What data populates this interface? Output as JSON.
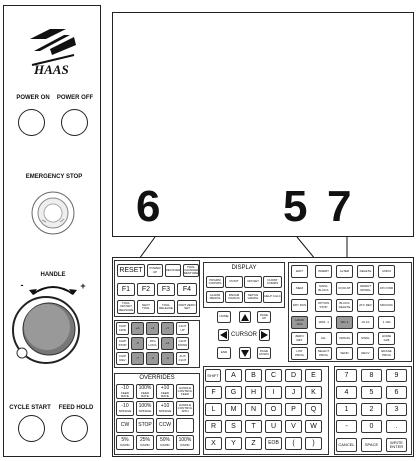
{
  "left_panel": {
    "power_on": "POWER ON",
    "power_off": "POWER OFF",
    "emergency_stop": "EMERGENCY STOP",
    "handle": "HANDLE",
    "handle_minus": "-",
    "handle_plus": "+",
    "cycle_start": "CYCLE START",
    "feed_hold": "FEED HOLD"
  },
  "callouts": {
    "six": "6",
    "five": "5",
    "seven": "7"
  },
  "function_keys": {
    "reset": "RESET",
    "power_up": "POWER UP",
    "recover": "RECOVER",
    "tool_changer_restore": "TOOL CHANGER RESTORE",
    "f1": "F1",
    "f2": "F2",
    "f3": "F3",
    "f4": "F4",
    "tool_offset_measure": "TOOL OFFSET MEASURE",
    "next_tool": "NEXT TOOL",
    "tool_release": "TOOL RELEASE",
    "part_zero_set": "PART ZERO SET"
  },
  "display_keys": {
    "title": "DISPLAY",
    "prgrm_convrs": "PRGRM CONVRS",
    "posit": "POSIT",
    "offset": "OFFSET",
    "current_commands": "CURNT COMDS",
    "alarm_mesgs": "ALARM MESGS",
    "param_dgnos": "PARAM DGNOS",
    "setng_graph": "SETNG GRAPH",
    "help_calc": "HELP CALC",
    "home": "HOME",
    "page_up": "PAGE UP",
    "end": "END",
    "page_down": "PAGE DOWN",
    "cursor": "CURSOR"
  },
  "jog_keys": {
    "chip_fwd": "CHIP FWD",
    "chip_stop": "CHIP STOP",
    "chip_rev": "CHIP REV",
    "clnt_up": "CLNT UP",
    "clnt_down": "CLNT DOWN",
    "aux_clnt": "AUX CLNT",
    "jog_lock": "JOG LOCK",
    "x_minus": "-X",
    "x_plus": "+X",
    "y_minus": "-Y",
    "y_plus": "+Y",
    "z_minus": "-Z",
    "z_plus": "+Z",
    "a_minus": "-A",
    "a_plus": "+A"
  },
  "mode_keys": {
    "edit": "EDIT",
    "insert": "INSERT",
    "alter": "ALTER",
    "delete": "DELETE",
    "undo": "UNDO",
    "mem": "MEM",
    "single_block": "SINGL BLOCK",
    "dry_run": "DRY RUN",
    "opt_stop": "OPTION STOP",
    "block_delete": "BLOCK DELETE",
    "mdi_dnc": "MDI DNC",
    "coolnt": "COOLNT",
    "orient_spindle": "ORIENT SPINDL",
    "atc_fwd": "ATC FWD",
    "atc_rev": "ATC REV",
    "hand_jog": "HAND JOG",
    "point_0001": ".0001 .1",
    "point_001": ".001 1.",
    "point_01": ".01 10.",
    "point_1": ".1 100.",
    "zero_ret": "ZERO RET",
    "all": "ALL",
    "origin": "ORIGIN",
    "singl": "SINGL",
    "home_g28": "HOME G28",
    "list_prog": "LIST PROG",
    "select_prog": "SELECT PROG",
    "send": "SEND",
    "recv": "RECV",
    "erase_prog": "ERASE PROG"
  },
  "overrides": {
    "title": "OVERRIDES",
    "rows": [
      [
        "-10",
        "100%",
        "+10",
        "HANDLE CONTROL FEED"
      ],
      [
        "-10",
        "100%",
        "+10",
        "HANDLE CONTROL SPIN"
      ],
      [
        "CW",
        "STOP",
        "CCW",
        ""
      ],
      [
        "5%",
        "25%",
        "50%",
        "100%"
      ]
    ],
    "subs": [
      [
        "FEED RATE",
        "FEED RATE",
        "FEED RATE",
        ""
      ],
      [
        "SPINDLE",
        "SPINDLE",
        "SPINDLE",
        ""
      ],
      [
        "",
        "",
        "",
        ""
      ],
      [
        "RAPID",
        "RAPID",
        "RAPID",
        "RAPID"
      ]
    ]
  },
  "alpha_keys": {
    "shift": "SHIFT",
    "rows": [
      [
        "A",
        "B",
        "C",
        "D",
        "E"
      ],
      [
        "F",
        "G",
        "H",
        "I",
        "J",
        "K"
      ],
      [
        "L",
        "M",
        "N",
        "O",
        "P",
        "Q"
      ],
      [
        "R",
        "S",
        "T",
        "U",
        "V",
        "W"
      ],
      [
        "X",
        "Y",
        "Z",
        "EOB",
        "(",
        ")"
      ]
    ]
  },
  "num_keys": {
    "rows": [
      [
        "7",
        "8",
        "9"
      ],
      [
        "4",
        "5",
        "6"
      ],
      [
        "1",
        "2",
        "3"
      ],
      [
        "-",
        "0",
        "."
      ]
    ],
    "cancel": "CANCEL",
    "space": "SPACE",
    "write_enter": "WRITE ENTER"
  }
}
